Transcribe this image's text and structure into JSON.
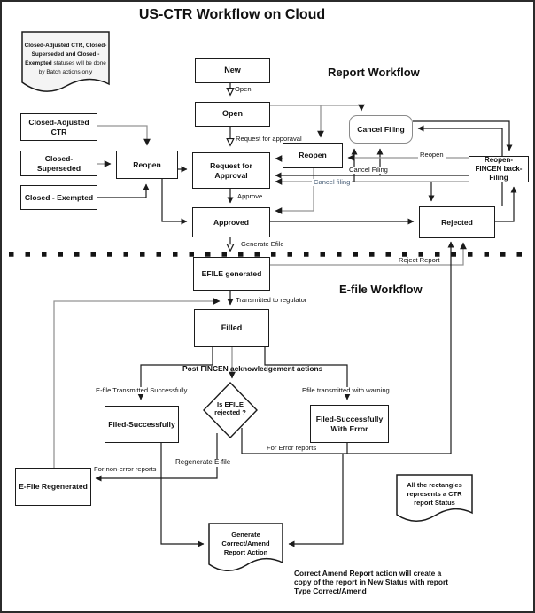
{
  "title": "US-CTR Workflow on Cloud",
  "sections": {
    "report": "Report Workflow",
    "efile": "E-file Workflow"
  },
  "nodes": {
    "new": "New",
    "open": "Open",
    "request_for_approval": "Request for Approval",
    "approved": "Approved",
    "reopen_left": "Reopen",
    "reopen_right": "Reopen",
    "cancel_filing": "Cancel Filing",
    "closed_adjusted": "Closed-Adjusted CTR",
    "closed_superseded": "Closed-Superseded",
    "closed_exempted": "Closed - Exempted",
    "rejected": "Rejected",
    "reopen_fincen": "Reopen-FINCEN back-Filing",
    "efile_generated": "EFILE generated",
    "filled": "Filled",
    "decision": "Is EFILE rejected ?",
    "filed_successfully": "Filed-Successfully",
    "filed_with_error": "Filed-Successfully With Error",
    "efile_regenerated": "E-File Regenerated",
    "generate_correct_amend": "Generate Correct/Amend Report Action"
  },
  "edge_labels": {
    "open_action": "Open",
    "request_approval_action": "Request for apporaval",
    "approve": "Approve",
    "generate_efile": "Generate Efile",
    "reject_report": "Reject Report",
    "cancel_filing_black": "Cancel Filing",
    "cancel_filing_gray": "Cancel filing",
    "reopen": "Reopen",
    "transmitted": "Transmitted to regulator",
    "post_fincen": "Post FINCEN acknowledgement actions",
    "transmit_success": "E-file Transmitted Successfully",
    "transmit_warning": "Efile transmitted with warning",
    "for_error": "For Error reports",
    "regenerate": "Regenerate E-file",
    "for_non_error": "For non-error reports"
  },
  "notes": {
    "batch_bold": "Closed-Adjusted CTR, Closed-Superseded  and Closed - Exempted",
    "batch_rest": " statuses will be done by Batch actions only",
    "rectangles": "All the rectangles represents a CTR report Status",
    "correct_amend": "Correct Amend Report action will create a copy of the report in New Status with report Type Correct/Amend"
  },
  "colors": {
    "line": "#1b1b1b",
    "gray_line": "#949494",
    "cancel_filing_gray_label": "#4a6078"
  }
}
